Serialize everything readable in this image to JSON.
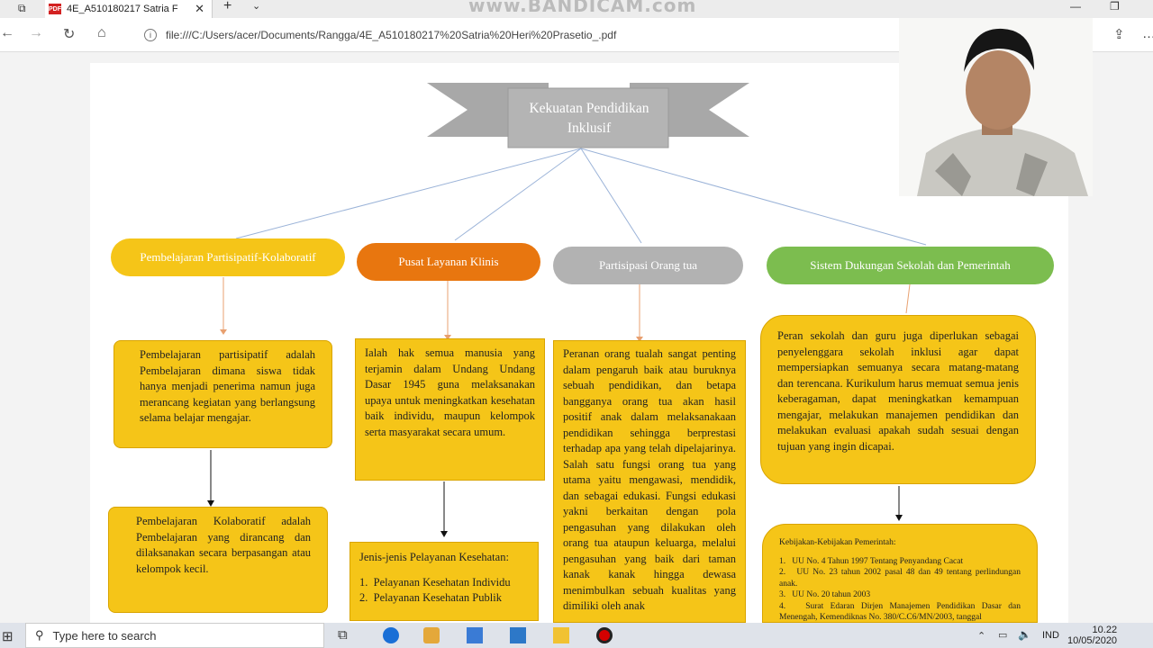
{
  "browser": {
    "tab_title": "4E_A510180217 Satria F",
    "new_tab": "+",
    "watermark": "www.BANDICAM.com",
    "address": "file:///C:/Users/acer/Documents/Rangga/4E_A510180217%20Satria%20Heri%20Prasetio_.pdf"
  },
  "diagram": {
    "title": "Kekuatan Pendidikan Inklusif",
    "categories": [
      {
        "label": "Pembelajaran Partisipatif-Kolaboratif",
        "color": "#f5c518"
      },
      {
        "label": "Pusat Layanan Klinis",
        "color": "#e8760f"
      },
      {
        "label": "Partisipasi Orang tua",
        "color": "#b2b2b2"
      },
      {
        "label": "Sistem Dukungan Sekolah dan Pemerintah",
        "color": "#7cbd4f"
      }
    ],
    "box1": "Pembelajaran partisipatif adalah Pembelajaran dimana siswa tidak hanya menjadi penerima namun juga merancang kegiatan yang berlangsung selama belajar mengajar.",
    "box1b": "Pembelajaran Kolaboratif adalah Pembelajaran yang dirancang dan dilaksanakan secara berpasangan atau kelompok kecil.",
    "box2": "Ialah hak semua manusia yang terjamin dalam Undang Undang Dasar 1945 guna melaksanakan upaya untuk meningkatkan kesehatan baik individu, maupun kelompok serta masyarakat secara umum.",
    "box2b_title": "Jenis-jenis Pelayanan Kesehatan:",
    "box2b_items": [
      "Pelayanan Kesehatan Individu",
      "Pelayanan Kesehatan Publik"
    ],
    "box3": "Peranan orang tualah sangat penting dalam pengaruh baik atau buruknya sebuah pendidikan, dan betapa bangganya orang tua akan hasil positif anak dalam melaksanakaan pendidikan sehingga berprestasi terhadap apa yang telah dipelajarinya. Salah satu fungsi orang tua yang utama yaitu mengawasi, mendidik, dan sebagai edukasi. Fungsi edukasi yakni berkaitan dengan pola pengasuhan yang dilakukan oleh orang tua ataupun keluarga, melalui pengasuhan yang baik dari taman kanak kanak hingga dewasa menimbulkan sebuah kualitas yang dimiliki oleh anak",
    "box4": "Peran sekolah dan guru juga diperlukan sebagai penyelenggara sekolah inklusi agar dapat mempersiapkan semuanya secara matang-matang dan terencana. Kurikulum harus memuat semua jenis keberagaman, dapat meningkatkan kemampuan mengajar, melakukan manajemen pendidikan dan melakukan evaluasi apakah sudah sesuai dengan tujuan yang ingin dicapai.",
    "box4b_title": "Kebijakan-Kebijakan Pemerintah:",
    "box4b_items": [
      "UU No. 4 Tahun 1997 Tentang Penyandang Cacat",
      "UU No. 23 tahun 2002 pasal 48 dan 49 tentang perlindungan anak.",
      "UU No. 20 tahun 2003",
      "Surat Edaran Dirjen Manajemen Pendidikan Dasar dan Menengah, Kemendiknas No. 380/C.C6/MN/2003, tanggal"
    ]
  },
  "taskbar": {
    "search_placeholder": "Type here to search",
    "lang": "IND",
    "time": "10.22",
    "date": "10/05/2020"
  }
}
